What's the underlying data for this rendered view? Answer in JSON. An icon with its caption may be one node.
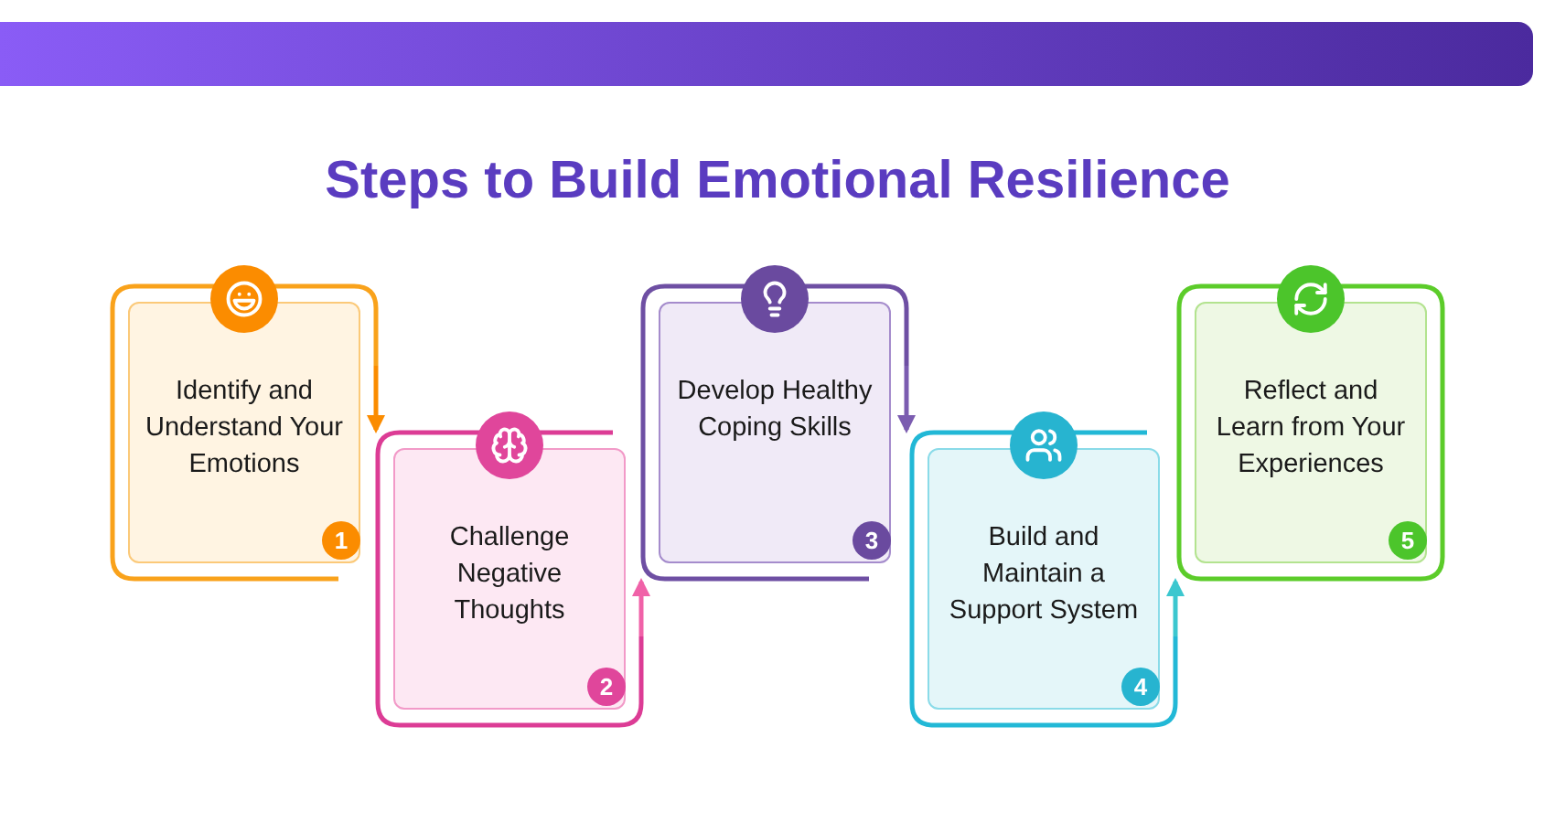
{
  "diagram": {
    "title": "Steps to Build Emotional Resilience",
    "nodes": [
      {
        "text": [
          "Identify and Understand Your Emotions",
          "1"
        ]
      },
      {
        "text": [
          "Challenge Negative Thoughts",
          "2"
        ]
      },
      {
        "text": [
          "Develop Healthy Coping Skills",
          "3"
        ]
      },
      {
        "text": [
          "Build and Maintain a Support System",
          "4"
        ]
      },
      {
        "text": [
          "Reflect and Learn from Your Experiences",
          "5"
        ]
      }
    ],
    "edges": [
      {
        "from": 0,
        "to": 1,
        "arrow": "to",
        "color": "#fb8c00"
      },
      {
        "from": 1,
        "to": 2,
        "arrow": "to",
        "color": "#f062a8"
      },
      {
        "from": 2,
        "to": 3,
        "arrow": "to",
        "color": "#7b5cb0"
      },
      {
        "from": 3,
        "to": 4,
        "arrow": "to",
        "color": "#3cc7cf"
      }
    ]
  }
}
